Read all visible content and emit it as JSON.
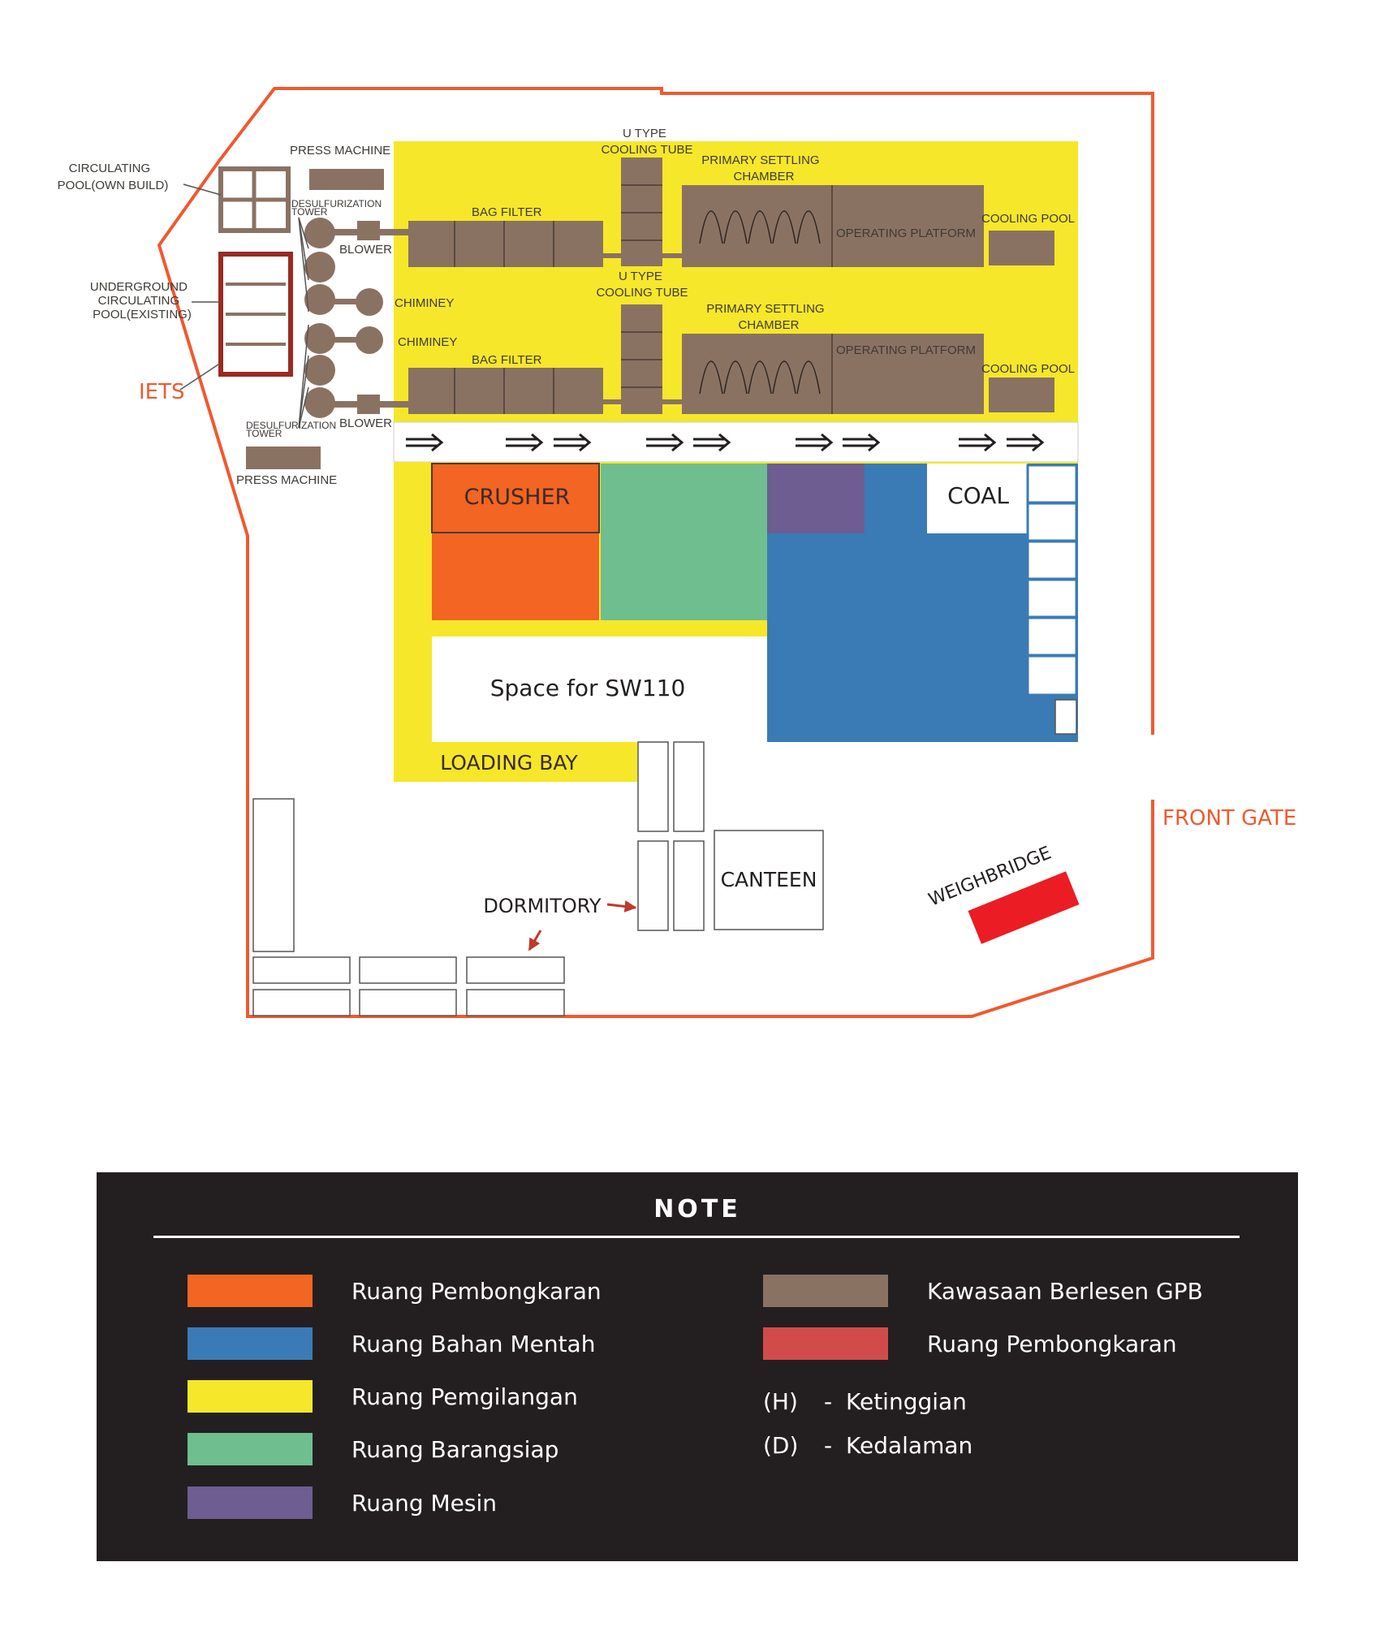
{
  "colors": {
    "orange": "#f26522",
    "blue": "#3a7bb5",
    "yellow": "#f6e72a",
    "green": "#6fbe8f",
    "purple": "#6d5d91",
    "brown": "#8a7263",
    "red": "#d14b4b",
    "boundary": "#ef5a2f",
    "weighbridge": "#ec1c24",
    "legend_bg": "#231f20"
  },
  "plan": {
    "labels": {
      "circulating_pool": [
        "CIRCULATING",
        "POOL(OWN BUILD)"
      ],
      "underground_pool": [
        "UNDERGROUND",
        "CIRCULATING",
        "POOL(EXISTING)"
      ],
      "iets": "IETS",
      "press_machine_top": "PRESS MACHINE",
      "press_machine_bottom": "PRESS MACHINE",
      "desulf_top": [
        "DESULFURIZATION",
        "TOWER"
      ],
      "desulf_bottom": [
        "DESULFURIZATION",
        "TOWER"
      ],
      "blower_top": "BLOWER",
      "blower_bottom": "BLOWER",
      "chimney_1": "CHIMINEY",
      "chimney_2": "CHIMINEY",
      "bag_filter_top": "BAG FILTER",
      "bag_filter_bottom": "BAG FILTER",
      "u_tube_top": [
        "U TYPE",
        "COOLING TUBE"
      ],
      "u_tube_bottom": [
        "U TYPE",
        "COOLING TUBE"
      ],
      "primary_top": [
        "PRIMARY SETTLING",
        "CHAMBER"
      ],
      "primary_bottom": [
        "PRIMARY SETTLING",
        "CHAMBER"
      ],
      "operating_top": "OPERATING PLATFORM",
      "operating_bottom": "OPERATING PLATFORM",
      "cooling_pool_top": "COOLING POOL",
      "cooling_pool_bottom": "COOLING POOL",
      "crusher": "CRUSHER",
      "coal": "COAL",
      "space": "Space for SW110",
      "loading_bay": "LOADING BAY",
      "canteen": "CANTEEN",
      "dormitory": "DORMITORY",
      "weighbridge": "WEIGHBRIDGE",
      "front_gate": "FRONT GATE"
    }
  },
  "legend": {
    "title": "NOTE",
    "items": [
      {
        "label": "Ruang Pembongkaran",
        "color": "#f26522"
      },
      {
        "label": "Ruang Bahan Mentah",
        "color": "#3a7bb5"
      },
      {
        "label": "Ruang Pemgilangan",
        "color": "#f6e72a"
      },
      {
        "label": "Ruang Barangsiap",
        "color": "#6fbe8f"
      },
      {
        "label": "Ruang Mesin",
        "color": "#6d5d91"
      },
      {
        "label": "Kawasaan Berlesen GPB",
        "color": "#8a7263"
      },
      {
        "label": "Ruang Pembongkaran",
        "color": "#d14b4b"
      }
    ],
    "abbreviations": [
      {
        "code": "(H)",
        "dash": "-",
        "meaning": "Ketinggian"
      },
      {
        "code": "(D)",
        "dash": "-",
        "meaning": "Kedalaman"
      }
    ]
  }
}
